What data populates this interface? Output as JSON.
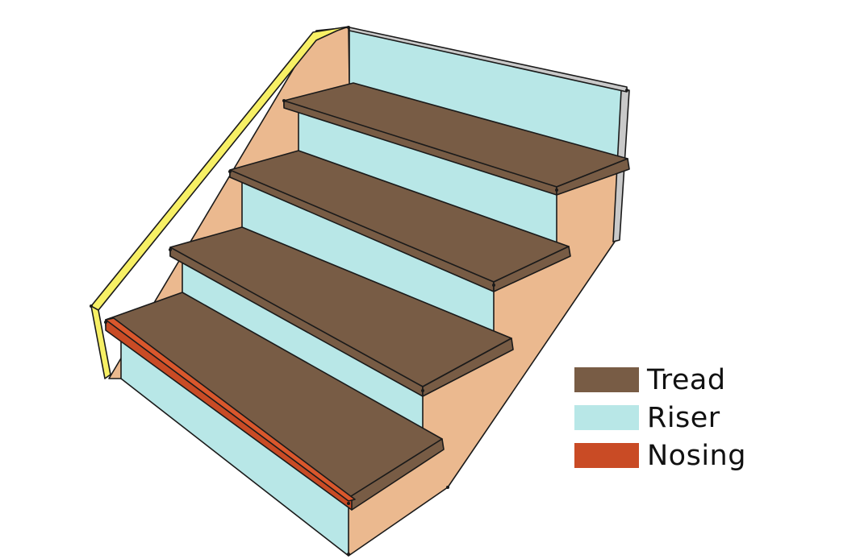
{
  "colors": {
    "tread": "#785c45",
    "riser": "#b8e7e7",
    "nosing": "#c94b25",
    "stringer": "#ebb98f",
    "handrail": "#f7f065",
    "wall_edge": "#c9c9c9",
    "outline": "#1a1a1a"
  },
  "legend": {
    "items": [
      {
        "label": "Tread",
        "color": "#785c45"
      },
      {
        "label": "Riser",
        "color": "#b8e7e7"
      },
      {
        "label": "Nosing",
        "color": "#c94b25"
      }
    ]
  }
}
